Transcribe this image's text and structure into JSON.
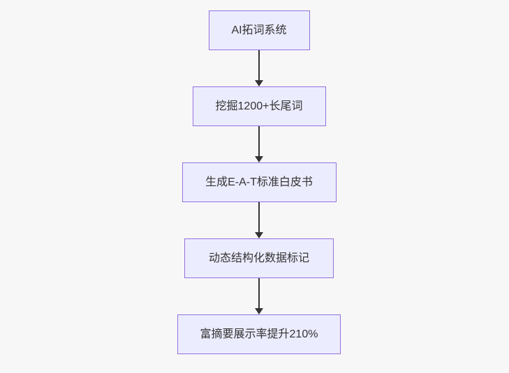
{
  "flowchart": {
    "type": "vertical-flowchart",
    "nodes": [
      {
        "id": "node-1",
        "label": "AI拓词系统"
      },
      {
        "id": "node-2",
        "label": "挖掘1200+长尾词"
      },
      {
        "id": "node-3",
        "label": "生成E-A-T标准白皮书"
      },
      {
        "id": "node-4",
        "label": "动态结构化数据标记"
      },
      {
        "id": "node-5",
        "label": "富摘要展示率提升210%"
      }
    ],
    "edges": [
      {
        "from": "node-1",
        "to": "node-2"
      },
      {
        "from": "node-2",
        "to": "node-3"
      },
      {
        "from": "node-3",
        "to": "node-4"
      },
      {
        "from": "node-4",
        "to": "node-5"
      }
    ],
    "colors": {
      "background": "#F7F7F7",
      "node_fill": "#ECECFF",
      "node_border": "#9370DB",
      "node_text": "#333333",
      "arrow": "#333333"
    }
  }
}
